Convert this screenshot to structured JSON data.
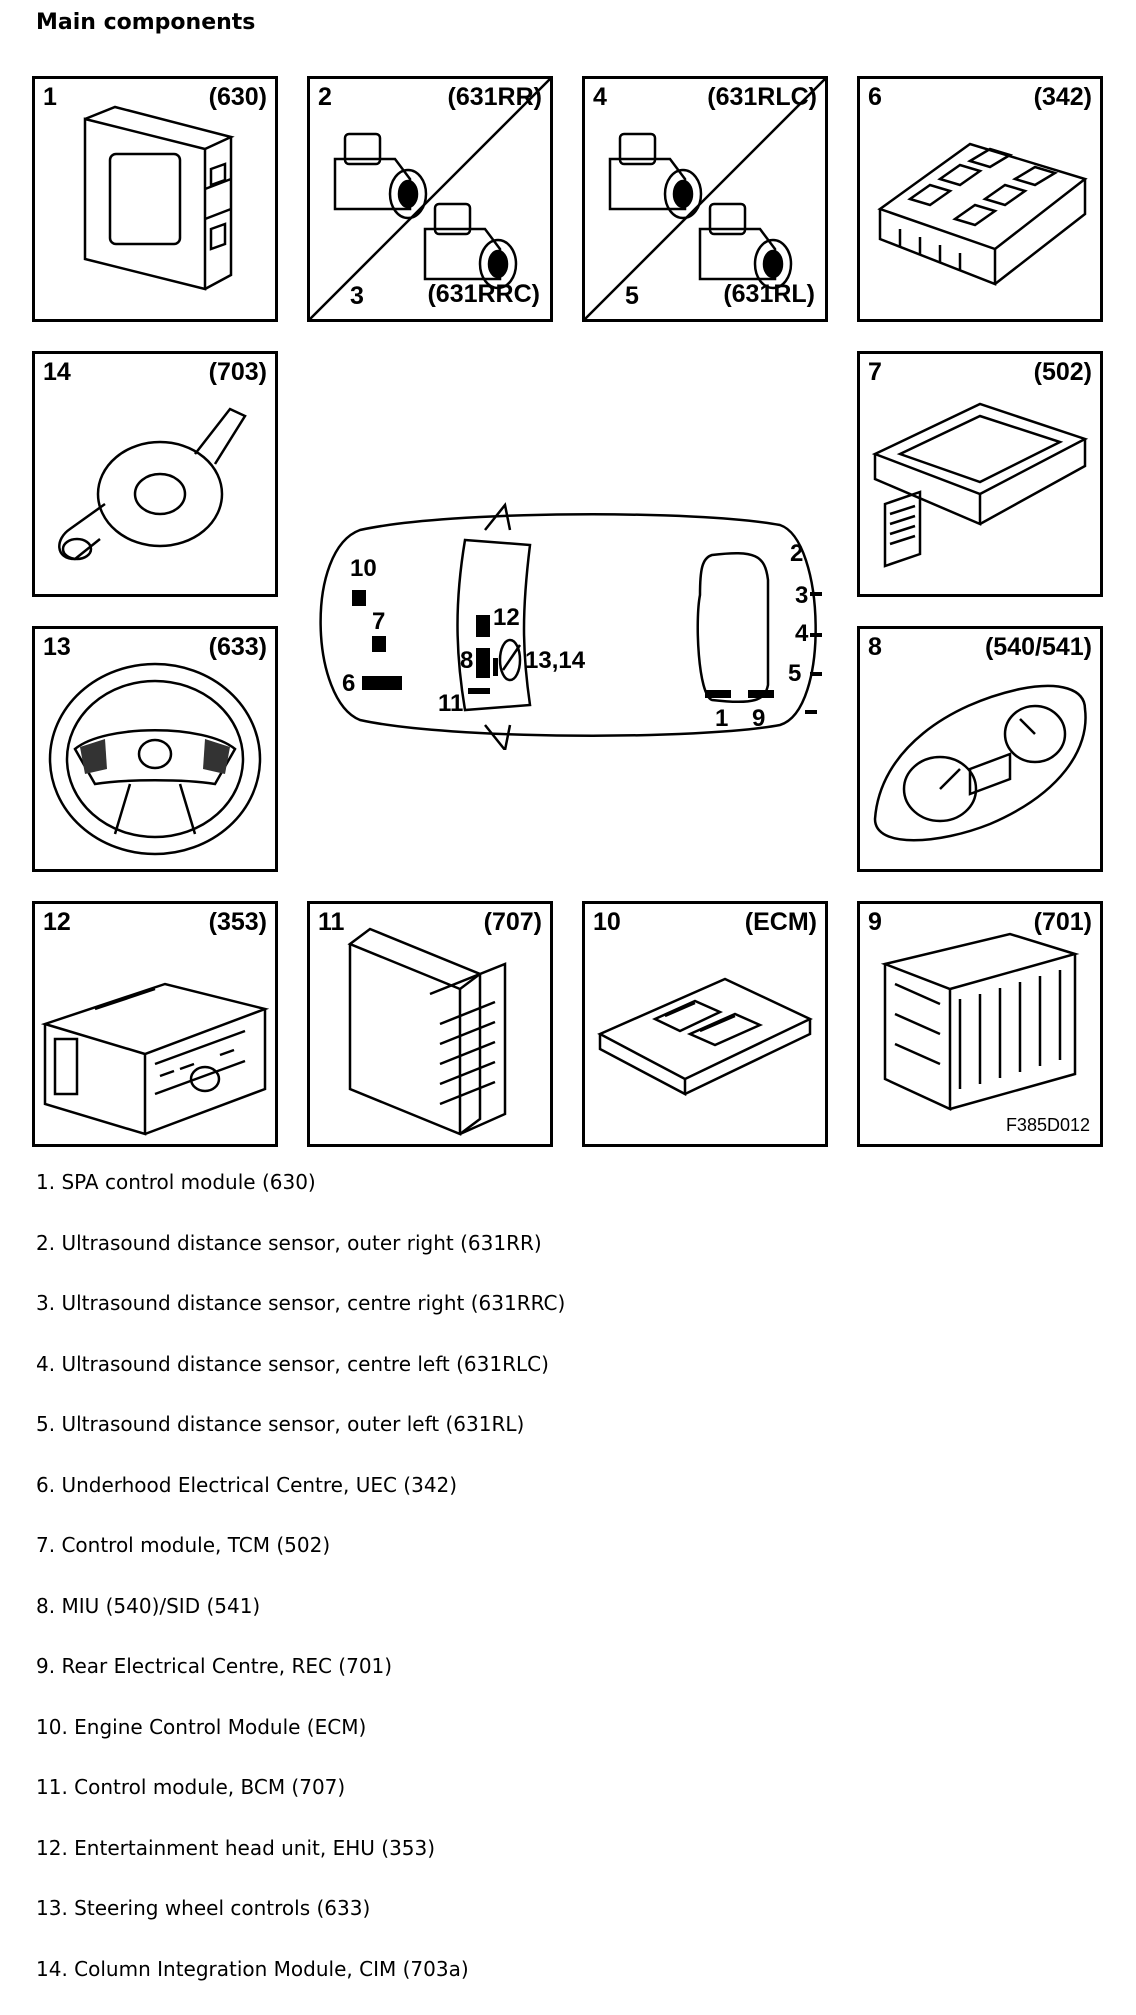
{
  "heading": "Main components",
  "boxes": {
    "b1": {
      "num": "1",
      "code": "(630)"
    },
    "b2": {
      "num": "2",
      "code": "(631RR)",
      "num2": "3",
      "code2": "(631RRC)"
    },
    "b4": {
      "num": "4",
      "code": "(631RLC)",
      "num2": "5",
      "code2": "(631RL)"
    },
    "b6": {
      "num": "6",
      "code": "(342)"
    },
    "b14": {
      "num": "14",
      "code": "(703)"
    },
    "b7": {
      "num": "7",
      "code": "(502)"
    },
    "b13": {
      "num": "13",
      "code": "(633)"
    },
    "b8": {
      "num": "8",
      "code": "(540/541)"
    },
    "b12": {
      "num": "12",
      "code": "(353)"
    },
    "b11": {
      "num": "11",
      "code": "(707)"
    },
    "b10": {
      "num": "10",
      "code": "(ECM)"
    },
    "b9": {
      "num": "9",
      "code": "(701)",
      "figure_id": "F385D012"
    }
  },
  "car_labels": {
    "l10": "10",
    "l7": "7",
    "l6": "6",
    "l8": "8",
    "l12": "12",
    "l1314": "13,14",
    "l11": "11",
    "l1": "1",
    "l9": "9",
    "l2": "2",
    "l3": "3",
    "l4": "4",
    "l5": "5"
  },
  "legend": [
    "1.  SPA control module (630)",
    "2.  Ultrasound distance sensor, outer right (631RR)",
    "3.  Ultrasound distance sensor, centre right (631RRC)",
    "4.  Ultrasound distance sensor, centre left (631RLC)",
    "5.  Ultrasound distance sensor, outer left (631RL)",
    "6.  Underhood Electrical Centre, UEC (342)",
    "7.  Control module, TCM (502)",
    "8.  MIU (540)/SID (541)",
    "9.  Rear Electrical Centre, REC (701)",
    "10. Engine Control Module (ECM)",
    "11. Control module, BCM (707)",
    "12. Entertainment head unit, EHU (353)",
    "13. Steering wheel controls (633)",
    "14. Column Integration Module, CIM (703a)"
  ]
}
